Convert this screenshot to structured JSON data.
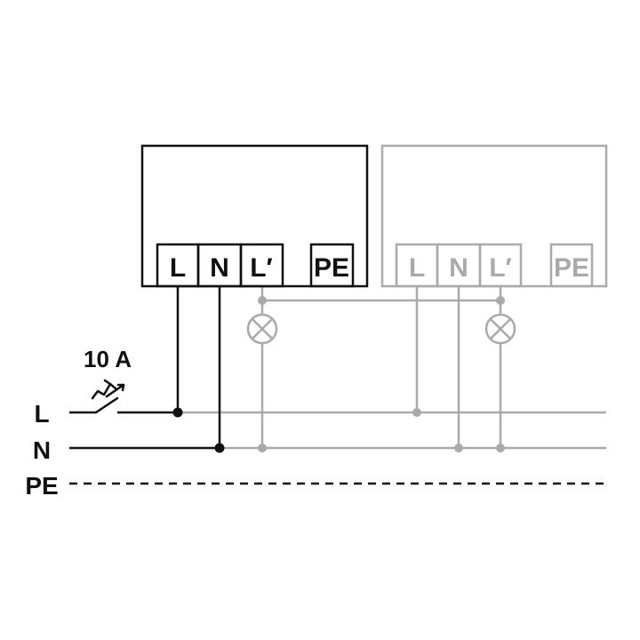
{
  "colors": {
    "active": "#111111",
    "inactive": "#aaaaaa",
    "background": "#ffffff"
  },
  "breaker": {
    "rating": "10 A",
    "icon": "circuit-breaker-icon"
  },
  "bus_lines": {
    "l": "L",
    "n": "N",
    "pe": "PE"
  },
  "device_1": {
    "state": "active",
    "terminals": {
      "l": "L",
      "n": "N",
      "l_prime": "L′",
      "pe": "PE"
    }
  },
  "device_2": {
    "state": "inactive",
    "terminals": {
      "l": "L",
      "n": "N",
      "l_prime": "L′",
      "pe": "PE"
    }
  },
  "lamps": {
    "icon": "lamp-icon",
    "count": 2
  }
}
